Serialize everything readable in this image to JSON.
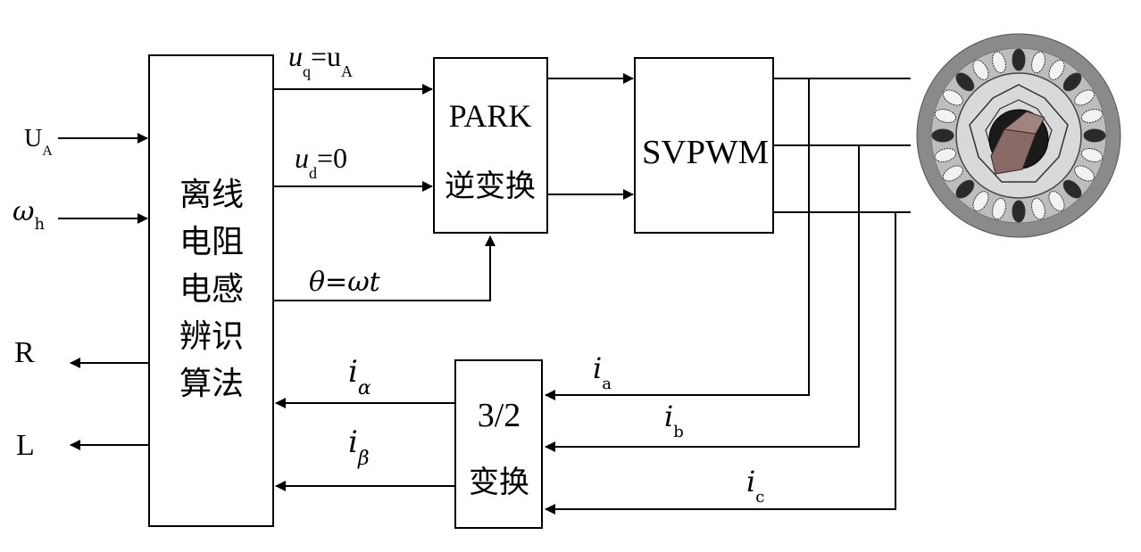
{
  "inputs": {
    "ua": {
      "main": "U",
      "sub": "A"
    },
    "omega_h": {
      "main": "ω",
      "sub": "h"
    }
  },
  "outputs": {
    "r": "R",
    "l": "L"
  },
  "blocks": {
    "identify": {
      "lines": [
        "离线",
        "电阻",
        "电感",
        "辨识",
        "算法"
      ]
    },
    "park": {
      "lines": [
        "PARK",
        "逆变换"
      ]
    },
    "svpwm": {
      "label": "SVPWM"
    },
    "clarke": {
      "lines": [
        "3/2",
        "变换"
      ]
    }
  },
  "signals": {
    "uq": {
      "main": "u",
      "sub": "q",
      "rest": "=u",
      "sub2": "A"
    },
    "ud": {
      "main": "u",
      "sub": "d",
      "rest": "=0"
    },
    "theta": {
      "text": "θ=ωt"
    },
    "i_alpha": {
      "main": "i",
      "sub": "α"
    },
    "i_beta": {
      "main": "i",
      "sub": "β"
    },
    "ia": {
      "main": "i",
      "sub": "a"
    },
    "ib": {
      "main": "i",
      "sub": "b"
    },
    "ic": {
      "main": "i",
      "sub": "c"
    }
  },
  "colors": {
    "motor_outer": "#8a8a8a",
    "motor_inner": "#d9d9d9",
    "shaft": "#1a1a1a"
  }
}
